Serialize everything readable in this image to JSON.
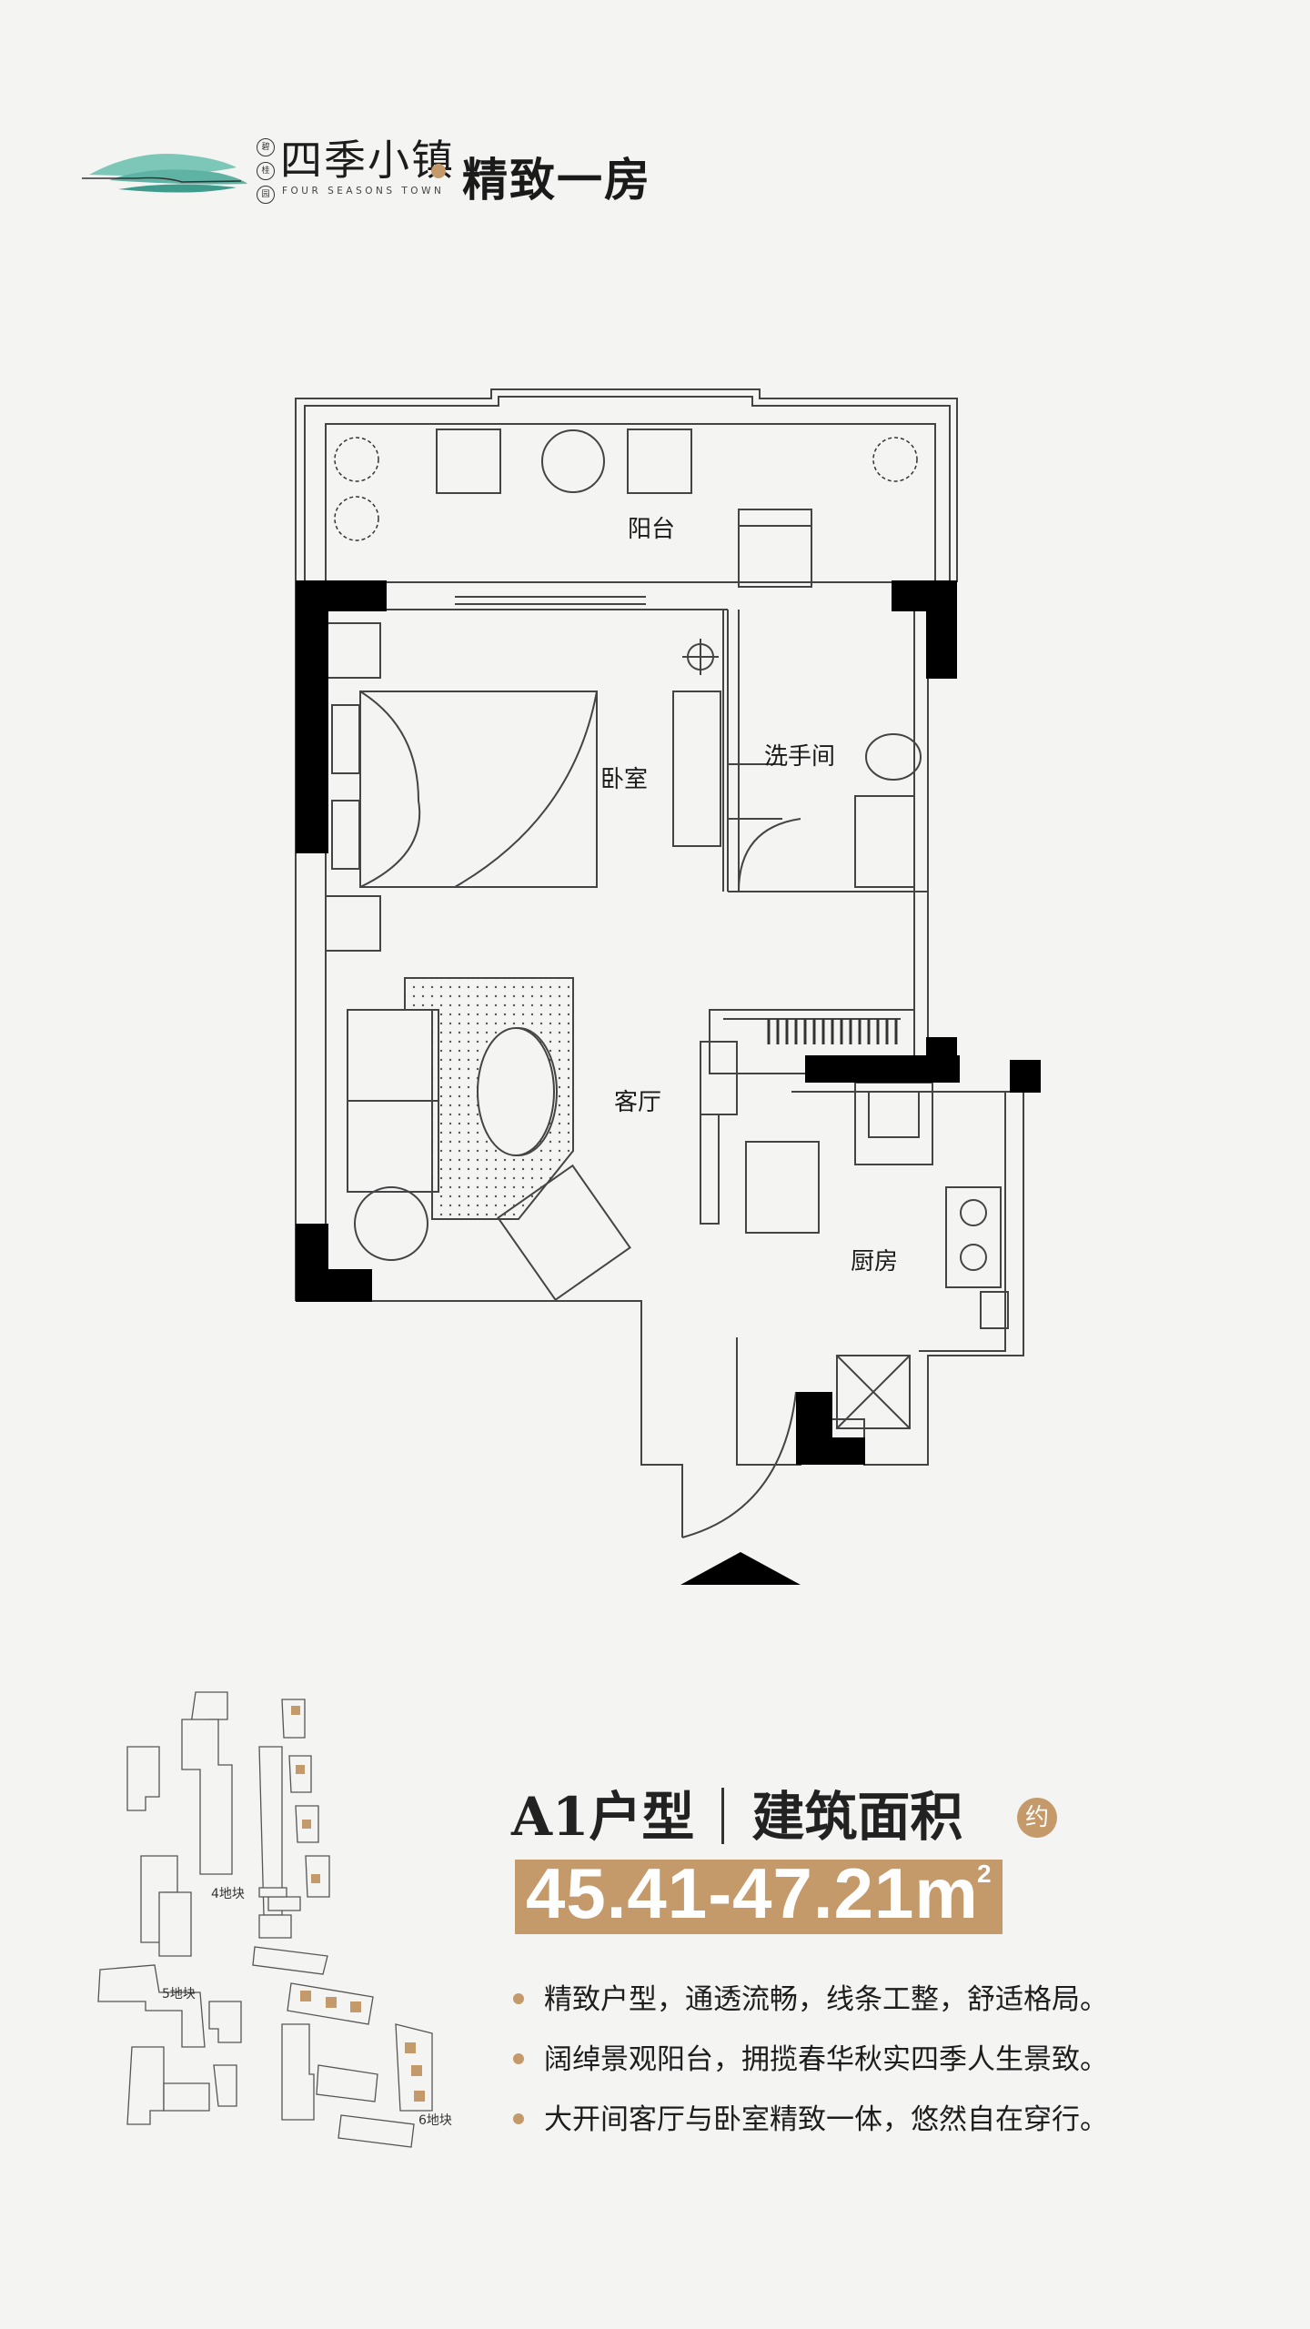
{
  "header": {
    "brand_name": "四季小镇",
    "brand_subtitle": "FOUR SEASONS TOWN",
    "seal_chars": [
      "碧",
      "桂",
      "园"
    ],
    "page_title": "精致一房"
  },
  "floor_plan": {
    "rooms": {
      "balcony": "阳台",
      "bedroom": "卧室",
      "bathroom": "洗手间",
      "living_room": "客厅",
      "kitchen": "厨房"
    }
  },
  "site_map": {
    "plot_labels": [
      "4地块",
      "5地块",
      "6地块"
    ]
  },
  "unit": {
    "type": "A1户型",
    "area_label": "建筑面积",
    "approx": "约",
    "area_range": "45.41-47.21m",
    "area_unit_sup": "2"
  },
  "features": [
    "精致户型，通透流畅，线条工整，舒适格局。",
    "阔绰景观阳台，拥揽春华秋实四季人生景致。",
    "大开间客厅与卧室精致一体，悠然自在穿行。"
  ],
  "colors": {
    "accent": "#c59a6b",
    "background": "#f4f4f2",
    "wall": "#000000",
    "logo_teal": "#5fb3a4"
  }
}
